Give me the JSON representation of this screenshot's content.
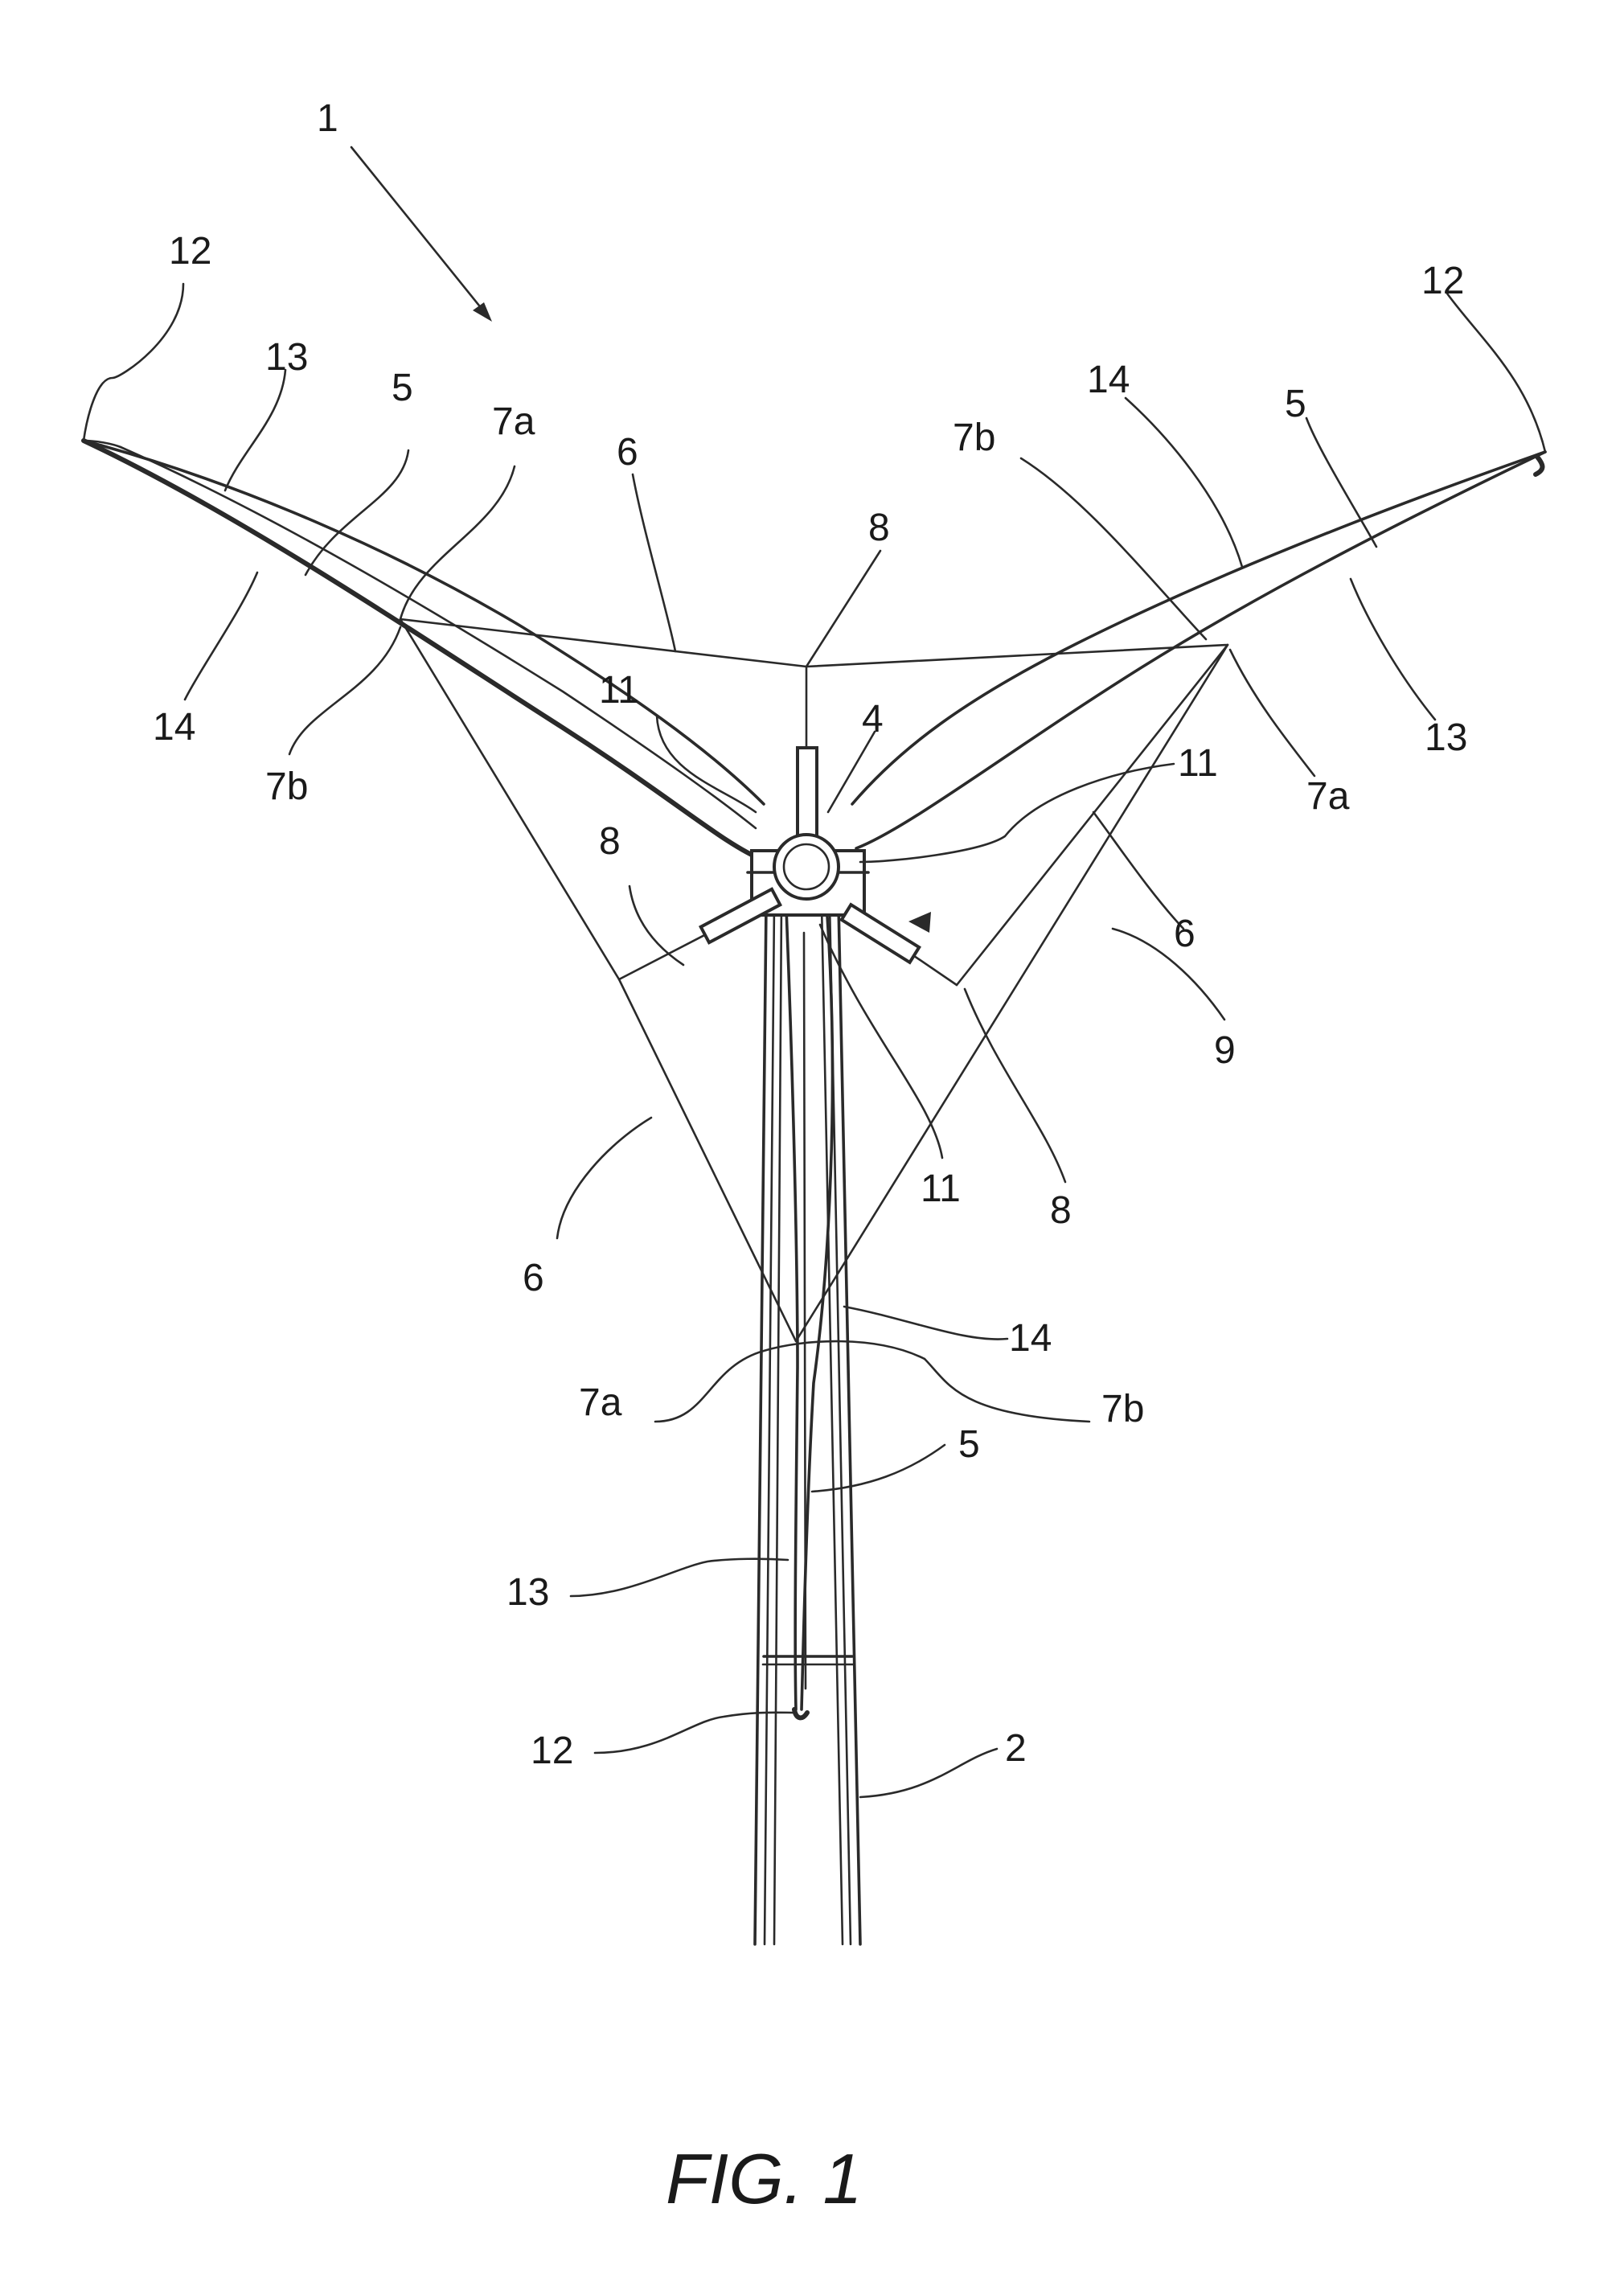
{
  "caption": "FIG. 1",
  "refs": {
    "r1": "1",
    "r2": "2",
    "r4": "4",
    "r5": "5",
    "r6": "6",
    "r7a": "7a",
    "r7b": "7b",
    "r8": "8",
    "r9": "9",
    "r11": "11",
    "r12": "12",
    "r13": "13",
    "r14": "14"
  }
}
